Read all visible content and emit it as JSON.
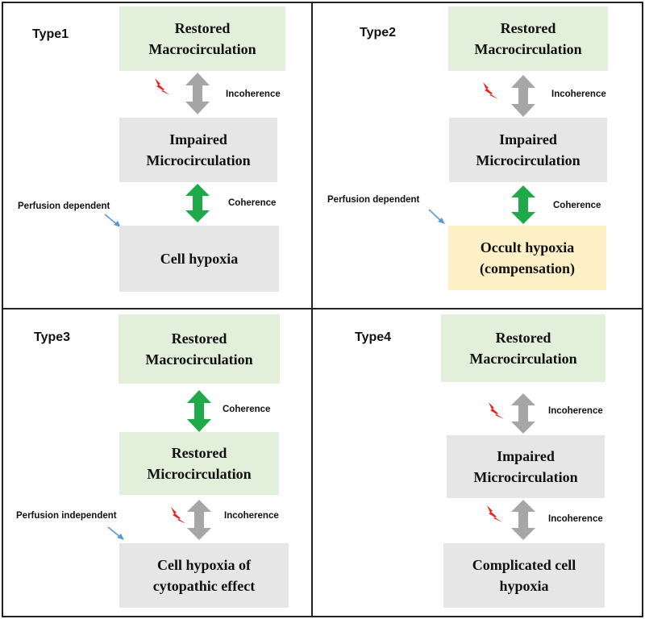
{
  "panels": [
    {
      "title": "Type1",
      "top_box": "Restored\nMacrocirculation",
      "arrow1": "Incoherence",
      "mid_box": "Impaired\nMicrocirculation",
      "arrow2": "Coherence",
      "side_label": "Perfusion dependent",
      "bottom_box": "Cell hypoxia"
    },
    {
      "title": "Type2",
      "top_box": "Restored\nMacrocirculation",
      "arrow1": "Incoherence",
      "mid_box": "Impaired\nMicrocirculation",
      "arrow2": "Coherence",
      "side_label": "Perfusion dependent",
      "bottom_box": "Occult hypoxia\n(compensation)"
    },
    {
      "title": "Type3",
      "top_box": "Restored\nMacrocirculation",
      "arrow1": "Coherence",
      "mid_box": "Restored\nMicrocirculation",
      "arrow2": "Incoherence",
      "side_label": "Perfusion independent",
      "bottom_box": "Cell hypoxia of\ncytopathic effect"
    },
    {
      "title": "Type4",
      "top_box": "Restored\nMacrocirculation",
      "arrow1": "Incoherence",
      "mid_box": "Impaired\nMicrocirculation",
      "arrow2": "Incoherence",
      "side_label": "",
      "bottom_box": "Complicated cell\nhypoxia"
    }
  ],
  "colors": {
    "coherence_arrow": "#1faa4a",
    "incoherence_arrow": "#a6a6a6",
    "bolt": "#e8231f",
    "pointer": "#5b9bd5",
    "green_box": "#e2efda",
    "grey_box": "#e6e6e6",
    "yellow_box": "#fdf0c6"
  },
  "icons": {
    "lightning": "lightning-bolt-icon",
    "double_arrow": "double-arrow-icon",
    "pointer": "pointer-arrow-icon"
  }
}
